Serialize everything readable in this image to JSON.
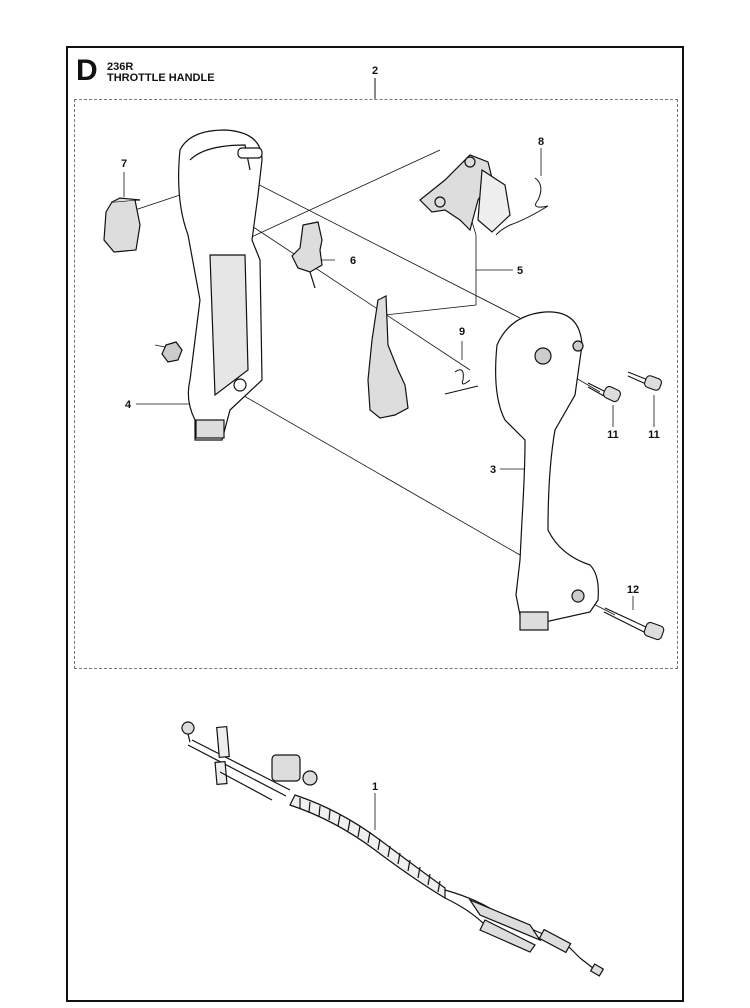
{
  "header": {
    "section_letter": "D",
    "model": "236R",
    "title": "THROTTLE HANDLE"
  },
  "callouts": {
    "c1": "1",
    "c2": "2",
    "c3": "3",
    "c4": "4",
    "c5": "5",
    "c6": "6",
    "c7": "7",
    "c8": "8",
    "c9": "9",
    "c11a": "11",
    "c11b": "11",
    "c12": "12"
  }
}
